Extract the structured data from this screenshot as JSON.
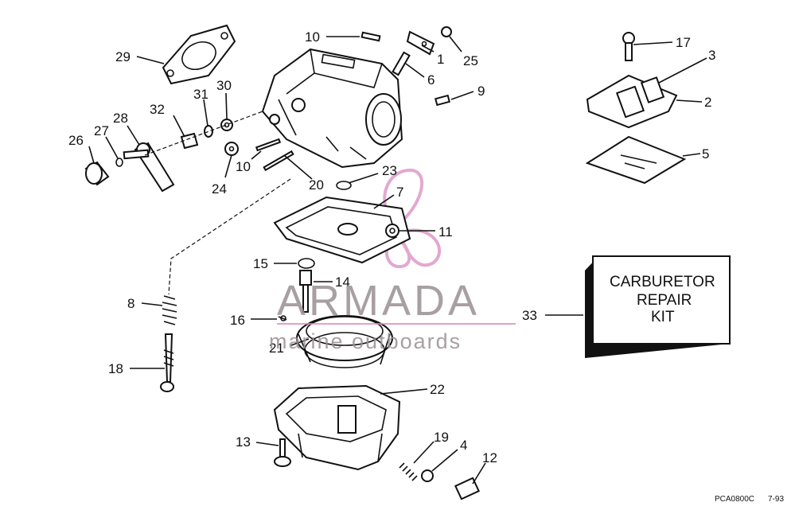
{
  "callouts": [
    {
      "id": "c1",
      "text": "1"
    },
    {
      "id": "c2",
      "text": "2"
    },
    {
      "id": "c3",
      "text": "3"
    },
    {
      "id": "c4",
      "text": "4"
    },
    {
      "id": "c5",
      "text": "5"
    },
    {
      "id": "c6",
      "text": "6"
    },
    {
      "id": "c7",
      "text": "7"
    },
    {
      "id": "c8",
      "text": "8"
    },
    {
      "id": "c9",
      "text": "9"
    },
    {
      "id": "c10a",
      "text": "10"
    },
    {
      "id": "c10b",
      "text": "10"
    },
    {
      "id": "c11",
      "text": "11"
    },
    {
      "id": "c12",
      "text": "12"
    },
    {
      "id": "c13",
      "text": "13"
    },
    {
      "id": "c14",
      "text": "14"
    },
    {
      "id": "c15",
      "text": "15"
    },
    {
      "id": "c16",
      "text": "16"
    },
    {
      "id": "c17",
      "text": "17"
    },
    {
      "id": "c18",
      "text": "18"
    },
    {
      "id": "c19",
      "text": "19"
    },
    {
      "id": "c20",
      "text": "20"
    },
    {
      "id": "c21",
      "text": "21"
    },
    {
      "id": "c22",
      "text": "22"
    },
    {
      "id": "c23",
      "text": "23"
    },
    {
      "id": "c24",
      "text": "24"
    },
    {
      "id": "c25",
      "text": "25"
    },
    {
      "id": "c26",
      "text": "26"
    },
    {
      "id": "c27",
      "text": "27"
    },
    {
      "id": "c28",
      "text": "28"
    },
    {
      "id": "c29",
      "text": "29"
    },
    {
      "id": "c30",
      "text": "30"
    },
    {
      "id": "c31",
      "text": "31"
    },
    {
      "id": "c32",
      "text": "32"
    },
    {
      "id": "c33",
      "text": "33"
    }
  ],
  "kit": {
    "line1": "CARBURETOR",
    "line2": "REPAIR",
    "line3": "KIT"
  },
  "watermark": {
    "brand": "ARMADA",
    "tagline": "marine outboards"
  },
  "footer": {
    "code": "PCA0800C",
    "date": "7-93"
  },
  "colors": {
    "ink": "#111111",
    "watermark_gray": "#9a8f94",
    "logo_pink": "#d98cc0"
  }
}
